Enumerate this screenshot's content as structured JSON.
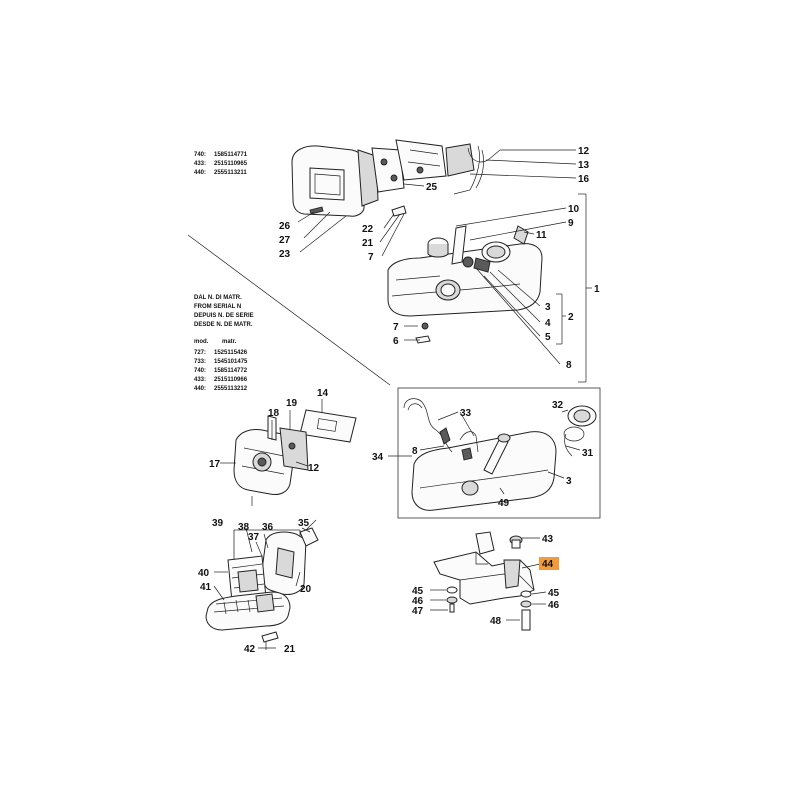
{
  "serial_top": {
    "lines": [
      {
        "mod": "740:",
        "matr": "1585114771"
      },
      {
        "mod": "433:",
        "matr": "2515110965"
      },
      {
        "mod": "440:",
        "matr": "2555113211"
      }
    ]
  },
  "serial_block": {
    "headings": [
      "DAL N. DI MATR.",
      "FROM SERIAL N",
      "DEPUIS N. DE SERIE",
      "DESDE N. DE MATR."
    ],
    "col_mod": "mod.",
    "col_matr": "matr.",
    "rows": [
      {
        "mod": "727:",
        "matr": "1525115426"
      },
      {
        "mod": "733:",
        "matr": "1545101475"
      },
      {
        "mod": "740:",
        "matr": "1585114772"
      },
      {
        "mod": "433:",
        "matr": "2515110966"
      },
      {
        "mod": "440:",
        "matr": "2555113212"
      }
    ]
  },
  "callouts": {
    "c12a": "12",
    "c13": "13",
    "c16": "16",
    "c25": "25",
    "c10": "10",
    "c9": "9",
    "c11": "11",
    "c26": "26",
    "c27": "27",
    "c23": "23",
    "c22": "22",
    "c21a": "21",
    "c7a": "7",
    "c1": "1",
    "c3a": "3",
    "c2": "2",
    "c4": "4",
    "c5": "5",
    "c8a": "8",
    "c7b": "7",
    "c6": "6",
    "c14": "14",
    "c19": "19",
    "c18": "18",
    "c17": "17",
    "c12b": "12",
    "c33": "33",
    "c32": "32",
    "c34": "34",
    "c8b": "8",
    "c31": "31",
    "c3b": "3",
    "c49": "49",
    "c39": "39",
    "c38": "38",
    "c36": "36",
    "c35": "35",
    "c37": "37",
    "c40": "40",
    "c41": "41",
    "c20": "20",
    "c42": "42",
    "c21b": "21",
    "c43": "43",
    "c44": "44",
    "c45a": "45",
    "c46a": "46",
    "c47": "47",
    "c45b": "45",
    "c46b": "46",
    "c48": "48"
  },
  "highlight": {
    "callout": "44",
    "color": "#f39a3c"
  }
}
